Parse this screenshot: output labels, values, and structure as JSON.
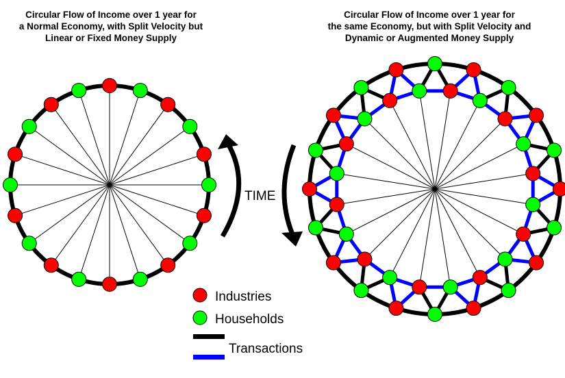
{
  "left_diagram": {
    "title_lines": [
      "Circular Flow of Income over 1 year for",
      "a Normal Economy, with Split Velocity but",
      "Linear or Fixed Money Supply"
    ]
  },
  "right_diagram": {
    "title_lines": [
      "Circular Flow of Income over 1 year for",
      "the same Economy, but with Split Velocity and",
      "Dynamic or  Augmented Money Supply"
    ]
  },
  "time_label": "TIME",
  "legend": {
    "industries_label": "Industries",
    "households_label": "Households",
    "transactions_label": "Transactions"
  },
  "colors": {
    "industry": "#ff0000",
    "household": "#00ff00",
    "transaction_primary": "#000000",
    "transaction_secondary": "#0000ff",
    "spoke": "#000000"
  },
  "icons": {
    "industry": "red-circle-icon",
    "household": "green-circle-icon",
    "time_arrow_up": "curved-arrow-up-icon",
    "time_arrow_down": "curved-arrow-down-icon"
  }
}
